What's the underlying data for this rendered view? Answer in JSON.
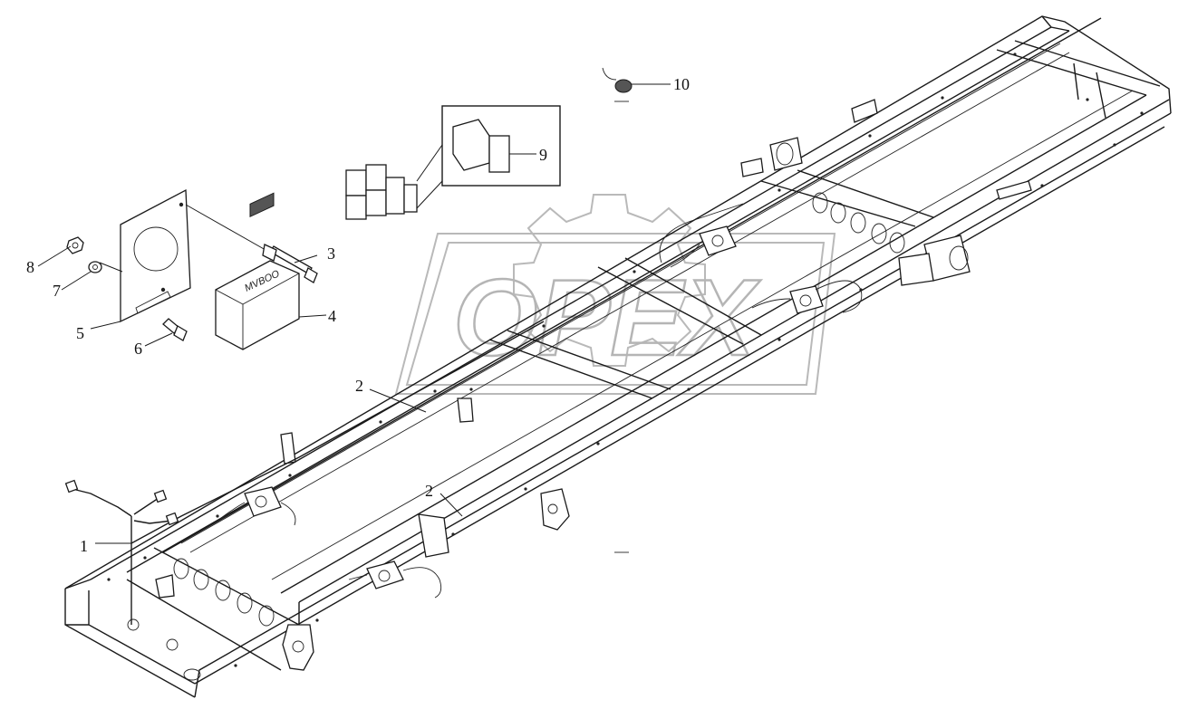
{
  "watermark": {
    "text": "OPEX"
  },
  "module": {
    "brand_text": "MVBOO"
  },
  "callouts": [
    {
      "id": "1",
      "label": "1"
    },
    {
      "id": "2a",
      "label": "2"
    },
    {
      "id": "2b",
      "label": "2"
    },
    {
      "id": "3",
      "label": "3"
    },
    {
      "id": "4",
      "label": "4"
    },
    {
      "id": "5",
      "label": "5"
    },
    {
      "id": "6",
      "label": "6"
    },
    {
      "id": "7",
      "label": "7"
    },
    {
      "id": "8",
      "label": "8"
    },
    {
      "id": "9",
      "label": "9"
    },
    {
      "id": "10",
      "label": "10"
    }
  ]
}
